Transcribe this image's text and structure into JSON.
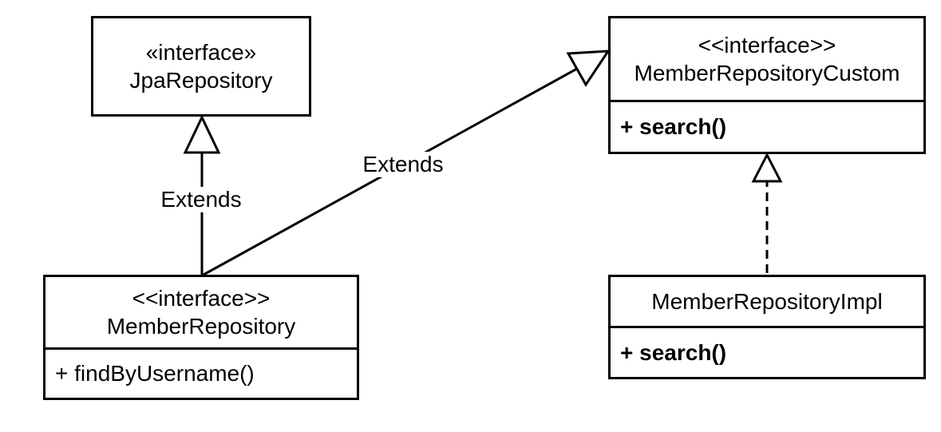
{
  "diagram": {
    "type": "uml-class-diagram",
    "colors": {
      "line": "#000000",
      "background": "#ffffff",
      "box_fill": "#ffffff",
      "text": "#000000"
    },
    "classes": [
      {
        "id": "jpa-repository",
        "stereotype": "«interface»",
        "name": "JpaRepository",
        "method": ""
      },
      {
        "id": "member-repository-custom",
        "stereotype": "<<interface>>",
        "name": "MemberRepositoryCustom",
        "method": "+ search()"
      },
      {
        "id": "member-repository",
        "stereotype": "<<interface>>",
        "name": "MemberRepository",
        "method": "+ findByUsername()"
      },
      {
        "id": "member-repository-impl",
        "stereotype": "",
        "name": "MemberRepositoryImpl",
        "method": "+ search()"
      }
    ],
    "edges": [
      {
        "from": "MemberRepository",
        "to": "JpaRepository",
        "label": "Extends",
        "line_style": "solid",
        "arrowhead": "hollow-triangle"
      },
      {
        "from": "MemberRepository",
        "to": "MemberRepositoryCustom",
        "label": "Extends",
        "line_style": "solid",
        "arrowhead": "hollow-triangle"
      },
      {
        "from": "MemberRepositoryImpl",
        "to": "MemberRepositoryCustom",
        "label": "",
        "line_style": "dashed",
        "arrowhead": "hollow-triangle"
      }
    ]
  }
}
